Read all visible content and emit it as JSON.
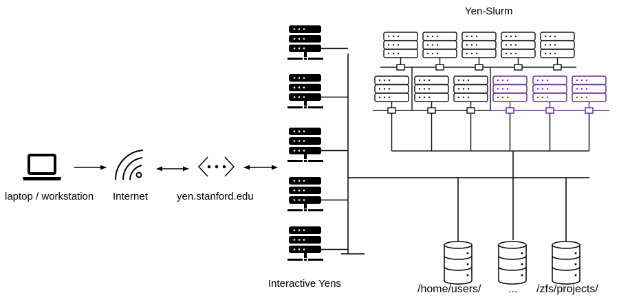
{
  "title": "Yen-Slurm",
  "colors": {
    "line": "#000000",
    "slurm_line": "#1a1a1a",
    "gpu_accent": "#6a2c9e",
    "background": "#ffffff"
  },
  "client": {
    "laptop_label": "laptop / workstation",
    "internet_label": "Internet",
    "gateway_label": "yen.stanford.edu"
  },
  "interactive": {
    "label": "Interactive Yens",
    "server_count": 5
  },
  "slurm": {
    "title": "Yen-Slurm",
    "top_row_nodes": 5,
    "bottom_row_cpu_nodes": 3,
    "bottom_row_gpu_nodes": 3
  },
  "storage": [
    {
      "label": "/home/users/"
    },
    {
      "label": "..."
    },
    {
      "label": "/zfs/projects/"
    }
  ],
  "icons": {
    "laptop": "laptop-icon",
    "internet": "wifi-icon",
    "gateway": "code-brackets-icon",
    "server": "server-icon",
    "database": "database-icon"
  }
}
